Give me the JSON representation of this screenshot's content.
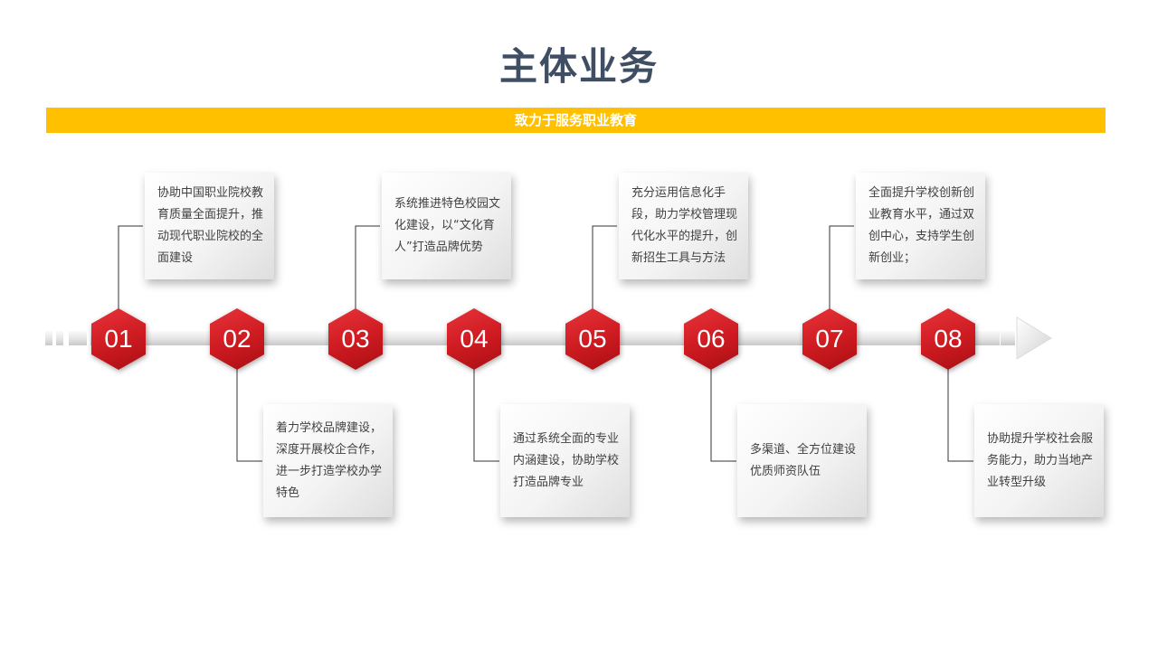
{
  "title": "主体业务",
  "banner": "致力于服务职业教育",
  "colors": {
    "title": "#3f4e63",
    "banner": "#ffc000",
    "hexagon": "#cc1a20",
    "card_text": "#404040"
  },
  "steps": [
    {
      "number": "01",
      "text": "协助中国职业院校教育质量全面提升，推动现代职业院校的全面建设"
    },
    {
      "number": "02",
      "text": "着力学校品牌建设，深度开展校企合作，进一步打造学校办学特色"
    },
    {
      "number": "03",
      "text": "系统推进特色校园文化建设，以“文化育人”打造品牌优势"
    },
    {
      "number": "04",
      "text": "通过系统全面的专业内涵建设，协助学校打造品牌专业"
    },
    {
      "number": "05",
      "text": "充分运用信息化手段，助力学校管理现代化水平的提升，创新招生工具与方法"
    },
    {
      "number": "06",
      "text": "多渠道、全方位建设优质师资队伍"
    },
    {
      "number": "07",
      "text": "全面提升学校创新创业教育水平，通过双创中心，支持学生创新创业；"
    },
    {
      "number": "08",
      "text": "协助提升学校社会服务能力，助力当地产业转型升级"
    }
  ]
}
